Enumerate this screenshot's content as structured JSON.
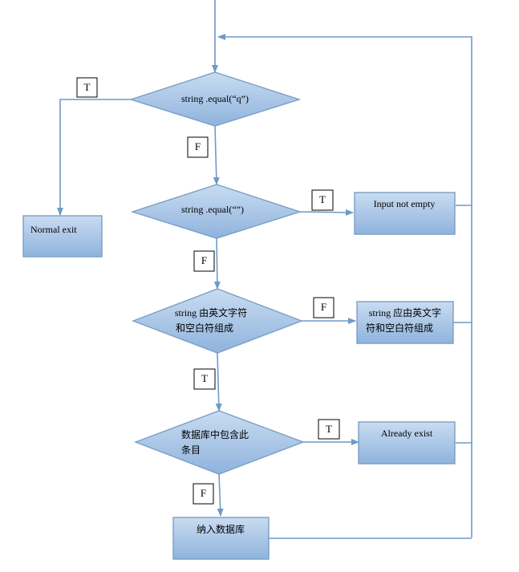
{
  "diagram": {
    "nodes": {
      "d1": [
        "string .equal(“q”)"
      ],
      "d2": [
        "string .equal(“”)"
      ],
      "d3": [
        "string 由英文字符",
        "和空白符组成"
      ],
      "d4": [
        "数据库中包含此",
        "条目"
      ],
      "r_exit": [
        "Normal exit"
      ],
      "r_notempty": [
        "Input not empty"
      ],
      "r_should": [
        "string 应由英文字",
        "符和空白符组成"
      ],
      "r_exist": [
        "Already exist"
      ],
      "r_insert": [
        "纳入数据库"
      ]
    },
    "tags": {
      "t1": "T",
      "f1": "F",
      "t2": "T",
      "f2": "F",
      "f3": "F",
      "t3": "T",
      "t4": "T",
      "f4": "F"
    }
  },
  "colors": {
    "fill_top": "#c9dcf1",
    "fill_bottom": "#8fb3dd",
    "line": "#6f9ac6"
  }
}
